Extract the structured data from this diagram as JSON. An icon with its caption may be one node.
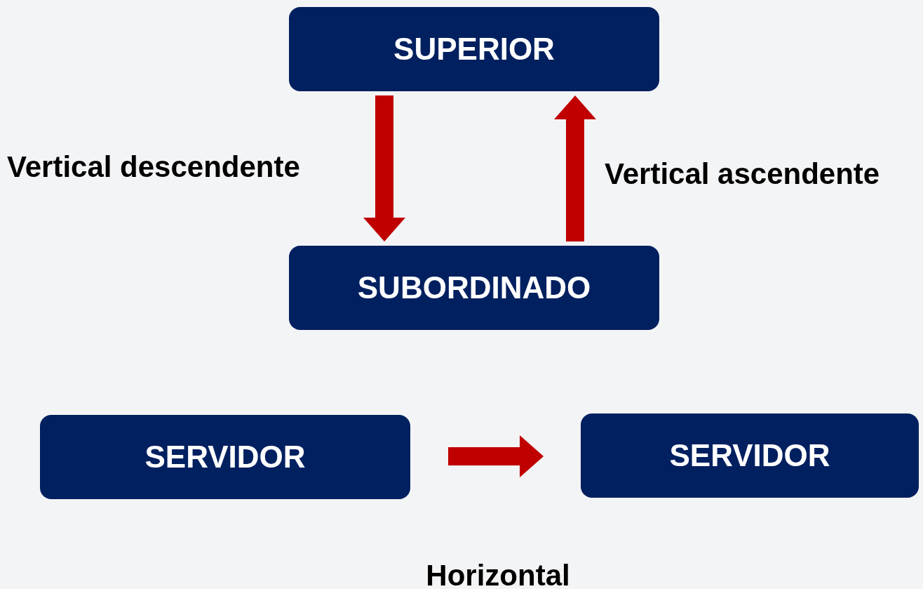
{
  "diagram": {
    "nodes": [
      {
        "text": [
          "SUPERIOR"
        ]
      },
      {
        "text": [
          "SUBORDINADO"
        ]
      },
      {
        "text": [
          "SERVIDOR"
        ]
      },
      {
        "text": [
          "SERVIDOR"
        ]
      }
    ],
    "edges": [
      {
        "from": 0,
        "to": 1,
        "arrow": "to",
        "label": "Vertical descendente"
      },
      {
        "from": 1,
        "to": 0,
        "arrow": "to",
        "label": "Vertical ascendente"
      },
      {
        "from": 2,
        "to": 3,
        "arrow": "to"
      }
    ],
    "labels": [
      "Horizontal"
    ]
  }
}
